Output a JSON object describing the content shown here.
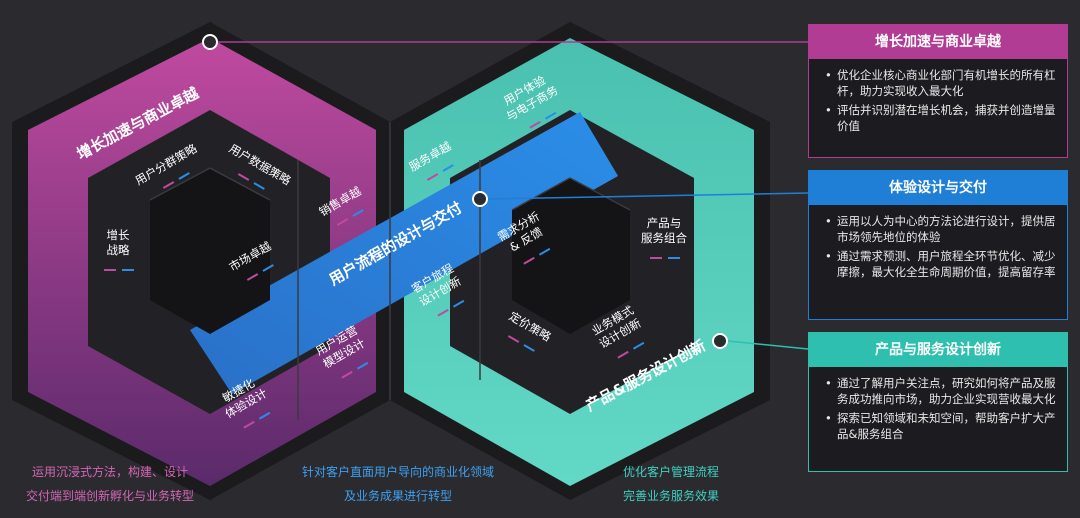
{
  "diagram": {
    "band_labels": {
      "growth": "增长加速与商业卓越",
      "user_journey": "用户流程的设计与交付",
      "product": "产品&服务设计创新"
    },
    "cells": {
      "growth_strategy": "增长\n战略",
      "user_segmentation": "用户分群策略",
      "user_data": "用户数据策略",
      "market_excellence": "市场卓越",
      "sales_excellence": "销售卓越",
      "service_excellence": "服务卓越",
      "user_experience_ecommerce": "用户体验\n与电子商务",
      "product_service_mix": "产品与\n服务组合",
      "needs_analysis": "需求分析\n& 反馈",
      "journey_design": "客户旅程\n设计创新",
      "ops_model": "用户运营\n模型设计",
      "agile": "敏捷化\n体验设计",
      "pricing": "定价策略",
      "business_model": "业务模式\n设计创新"
    }
  },
  "cards": [
    {
      "title": "增长加速与商业卓越",
      "color": "#b03c93",
      "bullets": [
        "优化企业核心商业化部门有机增长的所有杠杆，助力实现收入最大化",
        "评估并识别潜在增长机会，捕获并创造增量价值"
      ]
    },
    {
      "title": "体验设计与交付",
      "color": "#1f7fd6",
      "bullets": [
        "运用以人为中心的方法论进行设计，提供居市场领先地位的体验",
        "通过需求预测、用户旅程全环节优化、减少摩擦，最大化全生命周期价值，提高留存率"
      ]
    },
    {
      "title": "产品与服务设计创新",
      "color": "#2fbfae",
      "bullets": [
        "通过了解用户关注点，研究如何将产品及服务成功推向市场，助力企业实现营收最大化",
        "探索已知领域和未知空间，帮助客户扩大产品&服务组合"
      ]
    }
  ],
  "captions": [
    {
      "lines": [
        "运用沉浸式方法，构建、设计",
        "交付端到端创新孵化与业务转型"
      ],
      "color": "#d465b6"
    },
    {
      "lines": [
        "针对客户直面用户导向的商业化领域",
        "及业务成果进行转型"
      ],
      "color": "#3fa0f0"
    },
    {
      "lines": [
        "优化客户管理流程",
        "完善业务服务效果"
      ],
      "color": "#3fd0c0"
    }
  ]
}
